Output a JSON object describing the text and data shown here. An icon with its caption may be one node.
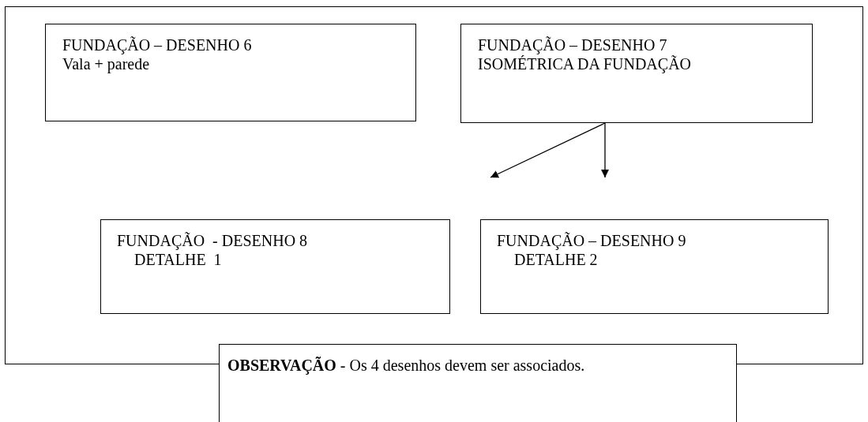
{
  "diagram": {
    "nodes": [
      {
        "text": [],
        "shape": "box"
      },
      {
        "text": [
          "FUNDAÇÃO – DESENHO 6",
          "Vala + parede"
        ],
        "in": 0
      },
      {
        "text": [
          "FUNDAÇÃO – DESENHO 7",
          "ISOMÉTRICA DA FUNDAÇÃO"
        ],
        "in": 0
      },
      {
        "text": [
          "FUNDAÇÃO  - DESENHO 8",
          "DETALHE  1"
        ],
        "in": 0
      },
      {
        "text": [
          "FUNDAÇÃO – DESENHO 9",
          "DETALHE 2"
        ],
        "in": 0
      },
      {
        "text": [
          "**OBSERVAÇÃO** - Os 4 desenhos devem ser associados."
        ]
      }
    ],
    "edges": [
      {
        "from": 2,
        "to": null,
        "arrow": "to"
      },
      {
        "from": 2,
        "to": null,
        "arrow": "to"
      }
    ]
  }
}
